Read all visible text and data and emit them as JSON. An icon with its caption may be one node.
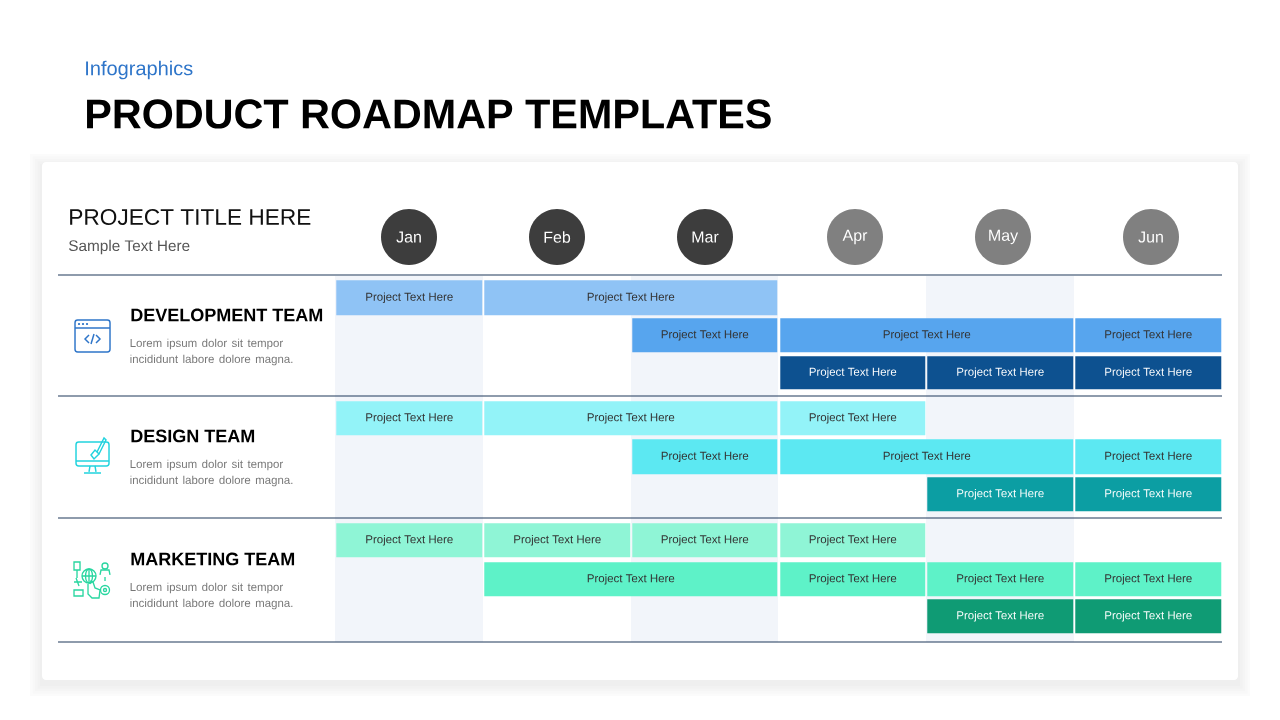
{
  "diagram": {
    "title": "PRODUCT ROADMAP TEMPLATES",
    "nodes": [
      {
        "text": [
          "Jan"
        ]
      },
      {
        "text": [
          "Feb"
        ]
      },
      {
        "text": [
          "Mar"
        ]
      },
      {
        "text": [
          "Apr"
        ]
      },
      {
        "text": [
          "May"
        ]
      },
      {
        "text": [
          "Jun"
        ]
      },
      {
        "text": [
          "Project Text Here"
        ]
      },
      {
        "text": [
          "Project Text Here"
        ]
      },
      {
        "text": [
          "Project Text Here"
        ]
      },
      {
        "text": [
          "Project Text Here"
        ]
      },
      {
        "text": [
          "Project Text Here"
        ]
      },
      {
        "text": [
          "Project Text Here"
        ]
      },
      {
        "text": [
          "Project Text Here"
        ]
      },
      {
        "text": [
          "Project Text Here"
        ]
      },
      {
        "text": [
          "Project Text Here"
        ]
      },
      {
        "text": [
          "Project Text Here"
        ]
      },
      {
        "text": [
          "Project Text Here"
        ]
      },
      {
        "text": [
          "Project Text Here"
        ]
      },
      {
        "text": [
          "Project Text Here"
        ]
      },
      {
        "text": [
          "Project Text Here"
        ]
      },
      {
        "text": [
          "Project Text Here"
        ]
      },
      {
        "text": [
          "Project Text Here"
        ]
      },
      {
        "text": [
          "Project Text Here"
        ]
      },
      {
        "text": [
          "Project Text Here"
        ]
      },
      {
        "text": [
          "Project Text Here"
        ]
      },
      {
        "text": [
          "Project Text Here"
        ]
      },
      {
        "text": [
          "Project Text Here"
        ]
      },
      {
        "text": [
          "Project Text Here"
        ]
      },
      {
        "text": [
          "Project Text Here"
        ]
      },
      {
        "text": [
          "Project Text Here"
        ]
      },
      {
        "text": [
          "Project Text Here"
        ]
      },
      {
        "text": [
          "Project Text Here"
        ]
      }
    ],
    "labels": [
      "Infographics",
      "PROJECT TITLE HERE",
      "Sample Text Here",
      "DEVELOPMENT TEAM",
      "Lorem ipsum dolor sit tempor incididunt labore dolore magna.",
      "DESIGN TEAM",
      "Lorem ipsum dolor sit tempor incididunt labore dolore magna.",
      "MARKETING TEAM",
      "Lorem ipsum dolor sit tempor incididunt labore dolore magna."
    ]
  }
}
